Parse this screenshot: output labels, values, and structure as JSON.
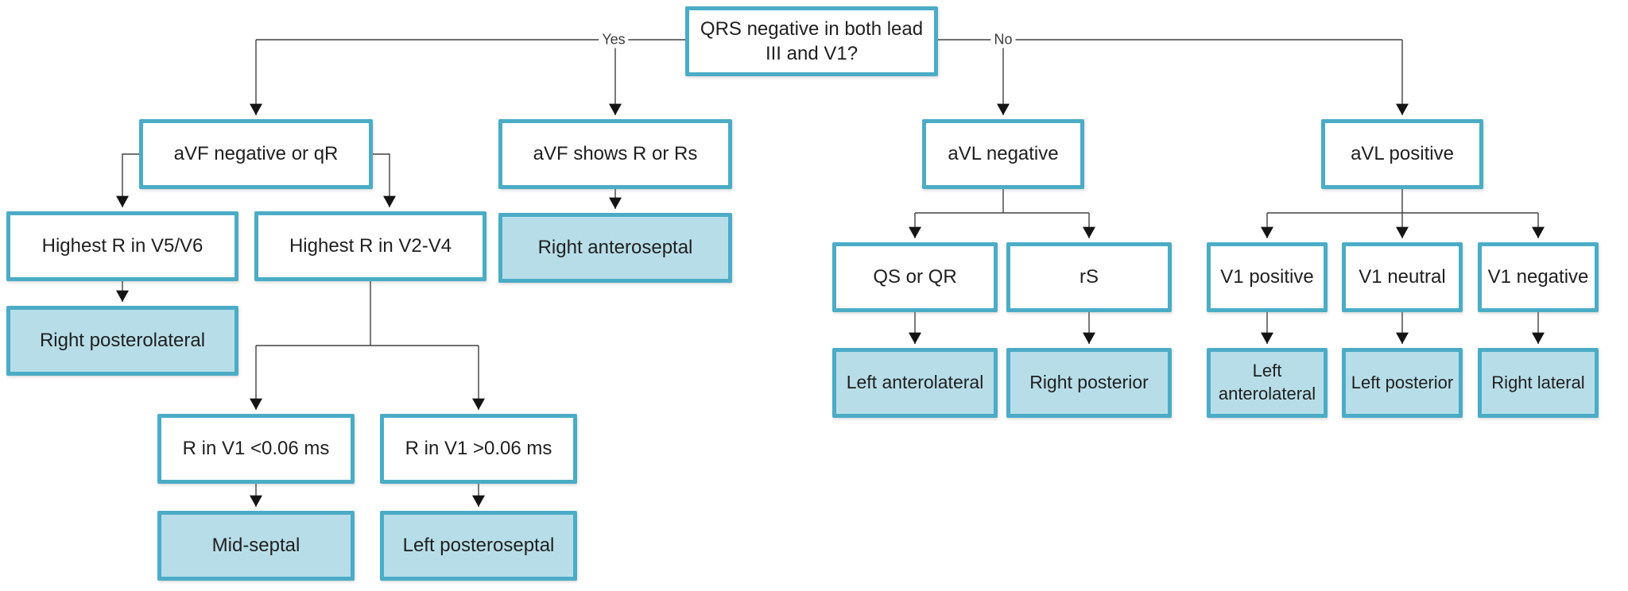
{
  "diagram": {
    "type": "flowchart",
    "description": "ECG decision tree: QRS negative in both lead III and V1?",
    "colors": {
      "node_border": "#4BACC6",
      "outcome_fill": "#B7DEE8",
      "decision_fill": "#FFFFFF",
      "connector": "#404040",
      "arrowhead": "#141414",
      "text": "#1F1F1F"
    },
    "edge_labels": {
      "yes": "Yes",
      "no": "No"
    },
    "nodes": {
      "root": {
        "label": "QRS negative in both lead III and V1?",
        "type": "decision"
      },
      "avf_neg": {
        "label": "aVF negative or qR",
        "type": "decision"
      },
      "avf_r": {
        "label": "aVF shows R or Rs",
        "type": "decision"
      },
      "avl_neg": {
        "label": "aVL negative",
        "type": "decision"
      },
      "avl_pos": {
        "label": "aVL positive",
        "type": "decision"
      },
      "v5v6": {
        "label": "Highest R in V5/V6",
        "type": "decision"
      },
      "v2v4": {
        "label": "Highest R in V2-V4",
        "type": "decision"
      },
      "right_anteroseptal": {
        "label": "Right anteroseptal",
        "type": "outcome"
      },
      "right_posterolateral": {
        "label": "Right posterolateral",
        "type": "outcome"
      },
      "v1_lt": {
        "label": "R in V1 <0.06 ms",
        "type": "decision"
      },
      "v1_gt": {
        "label": "R in V1 >0.06 ms",
        "type": "decision"
      },
      "mid_septal": {
        "label": "Mid-septal",
        "type": "outcome"
      },
      "left_posteroseptal": {
        "label": "Left posteroseptal",
        "type": "outcome"
      },
      "qs_qr": {
        "label": "QS or QR",
        "type": "decision"
      },
      "rs": {
        "label": "rS",
        "type": "decision"
      },
      "left_anterolateral_1": {
        "label": "Left anterolateral",
        "type": "outcome"
      },
      "right_posterior": {
        "label": "Right posterior",
        "type": "outcome"
      },
      "v1_positive": {
        "label": "V1 positive",
        "type": "decision"
      },
      "v1_neutral": {
        "label": "V1 neutral",
        "type": "decision"
      },
      "v1_negative": {
        "label": "V1 negative",
        "type": "decision"
      },
      "left_anterolateral_2": {
        "label": "Left anterolateral",
        "type": "outcome"
      },
      "left_posterior": {
        "label": "Left posterior",
        "type": "outcome"
      },
      "right_lateral": {
        "label": "Right lateral",
        "type": "outcome"
      }
    },
    "edges": [
      {
        "from": "root",
        "to": "avf_neg",
        "label": "Yes"
      },
      {
        "from": "root",
        "to": "avf_r",
        "label": "Yes"
      },
      {
        "from": "root",
        "to": "avl_neg",
        "label": "No"
      },
      {
        "from": "root",
        "to": "avl_pos",
        "label": "No"
      },
      {
        "from": "avf_neg",
        "to": "v5v6"
      },
      {
        "from": "avf_neg",
        "to": "v2v4"
      },
      {
        "from": "avf_r",
        "to": "right_anteroseptal"
      },
      {
        "from": "v5v6",
        "to": "right_posterolateral"
      },
      {
        "from": "v2v4",
        "to": "v1_lt"
      },
      {
        "from": "v2v4",
        "to": "v1_gt"
      },
      {
        "from": "v1_lt",
        "to": "mid_septal"
      },
      {
        "from": "v1_gt",
        "to": "left_posteroseptal"
      },
      {
        "from": "avl_neg",
        "to": "qs_qr"
      },
      {
        "from": "avl_neg",
        "to": "rs"
      },
      {
        "from": "qs_qr",
        "to": "left_anterolateral_1"
      },
      {
        "from": "rs",
        "to": "right_posterior"
      },
      {
        "from": "avl_pos",
        "to": "v1_positive"
      },
      {
        "from": "avl_pos",
        "to": "v1_neutral"
      },
      {
        "from": "avl_pos",
        "to": "v1_negative"
      },
      {
        "from": "v1_positive",
        "to": "left_anterolateral_2"
      },
      {
        "from": "v1_neutral",
        "to": "left_posterior"
      },
      {
        "from": "v1_negative",
        "to": "right_lateral"
      }
    ]
  }
}
